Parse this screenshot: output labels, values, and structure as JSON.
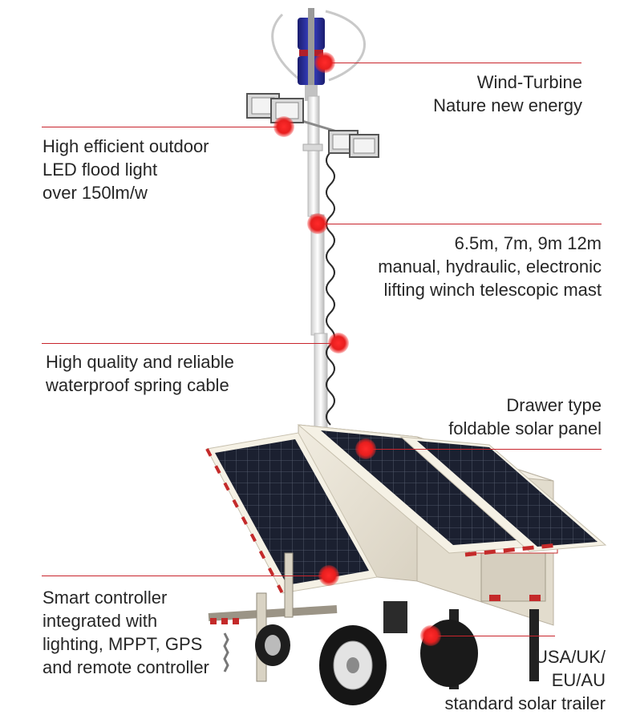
{
  "callouts": [
    {
      "id": "wind",
      "lines": [
        "Wind-Turbine",
        "Nature new energy"
      ]
    },
    {
      "id": "led",
      "lines": [
        "High efficient outdoor",
        "LED flood light",
        "over 150lm/w"
      ]
    },
    {
      "id": "mast",
      "lines": [
        "6.5m,  7m, 9m 12m",
        "manual, hydraulic, electronic",
        "lifting winch  telescopic mast"
      ]
    },
    {
      "id": "cable",
      "lines": [
        "High quality and reliable",
        "waterproof spring cable"
      ]
    },
    {
      "id": "panel",
      "lines": [
        "Drawer type",
        "foldable solar panel"
      ]
    },
    {
      "id": "controller",
      "lines": [
        "Smart controller",
        "integrated with",
        "lighting,  MPPT, GPS",
        "and remote controller"
      ]
    },
    {
      "id": "trailer",
      "lines": [
        "USA/UK/",
        "EU/AU",
        "standard solar trailer"
      ]
    }
  ],
  "colors": {
    "accent_red": "#c8242c",
    "hotspot_red": "#e81e1e",
    "trailer_body": "#ece6d8",
    "solar_cell": "#1e2330",
    "turbine_blue": "#2a2fa0"
  },
  "icons": [
    "hotspot-marker"
  ]
}
